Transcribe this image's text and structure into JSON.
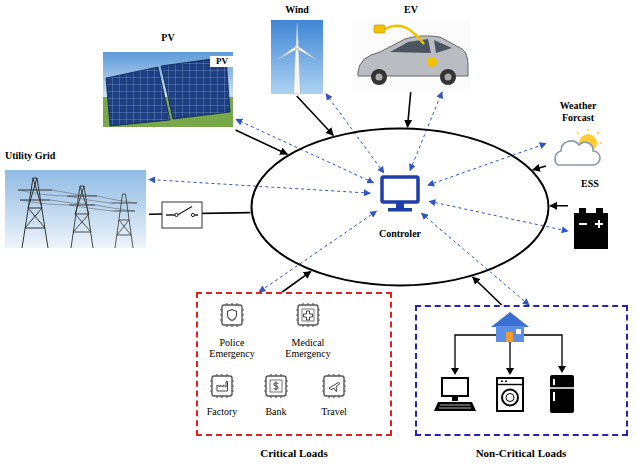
{
  "diagram": {
    "nodes": [
      {
        "text": [
          "PV",
          "PV"
        ]
      },
      {
        "text": [
          "Wind"
        ]
      },
      {
        "text": [
          "EV"
        ]
      },
      {
        "text": [
          "Weather Forcast"
        ]
      },
      {
        "text": [
          "ESS"
        ]
      },
      {
        "text": [
          "Utility Grid"
        ]
      },
      {
        "text": [
          "Controler"
        ]
      },
      {
        "text": [
          "Critical Loads"
        ]
      },
      {
        "text": [
          "Police Emergency"
        ],
        "in": 7
      },
      {
        "text": [
          "Medical Emergency"
        ],
        "in": 7
      },
      {
        "text": [
          "Factory"
        ],
        "in": 7
      },
      {
        "text": [
          "Bank"
        ],
        "in": 7
      },
      {
        "text": [
          "Travel"
        ],
        "in": 7
      },
      {
        "text": [
          "Non-Critical Loads"
        ]
      }
    ],
    "edges": [
      {
        "from": 0,
        "to": 6,
        "arrow": "to"
      },
      {
        "from": 1,
        "to": 6,
        "arrow": "to"
      },
      {
        "from": 2,
        "to": 6,
        "arrow": "to"
      },
      {
        "from": 3,
        "to": 6,
        "arrow": "to"
      },
      {
        "from": 4,
        "to": 6,
        "arrow": "to"
      },
      {
        "from": 5,
        "to": 6,
        "arrow": "none"
      },
      {
        "from": 7,
        "to": 6,
        "arrow": "to"
      },
      {
        "from": 13,
        "to": 6,
        "arrow": "to"
      },
      {
        "from": 6,
        "to": 0,
        "arrow": "both"
      },
      {
        "from": 6,
        "to": 1,
        "arrow": "both"
      },
      {
        "from": 6,
        "to": 2,
        "arrow": "both"
      },
      {
        "from": 6,
        "to": 3,
        "arrow": "both"
      },
      {
        "from": 6,
        "to": 4,
        "arrow": "both"
      },
      {
        "from": 6,
        "to": 5,
        "arrow": "both"
      },
      {
        "from": 6,
        "to": 7,
        "arrow": "both"
      },
      {
        "from": 6,
        "to": 13,
        "arrow": "both"
      }
    ]
  }
}
